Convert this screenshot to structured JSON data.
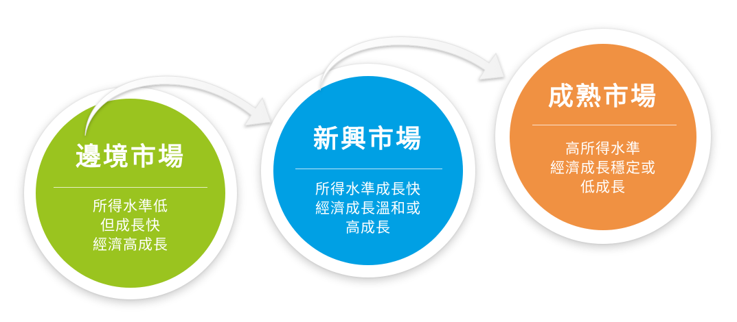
{
  "colors": {
    "border": "#9ac41f",
    "emerging": "#00a0e4",
    "mature": "#f09142"
  },
  "stages": [
    {
      "title": "邊境市場",
      "lines": [
        "所得水準低",
        "但成長快",
        "經濟高成長"
      ]
    },
    {
      "title": "新興市場",
      "lines": [
        "所得水準成長快",
        "經濟成長溫和或",
        "高成長"
      ]
    },
    {
      "title": "成熟市場",
      "lines": [
        "高所得水準",
        "經濟成長穩定或",
        "低成長"
      ]
    }
  ]
}
